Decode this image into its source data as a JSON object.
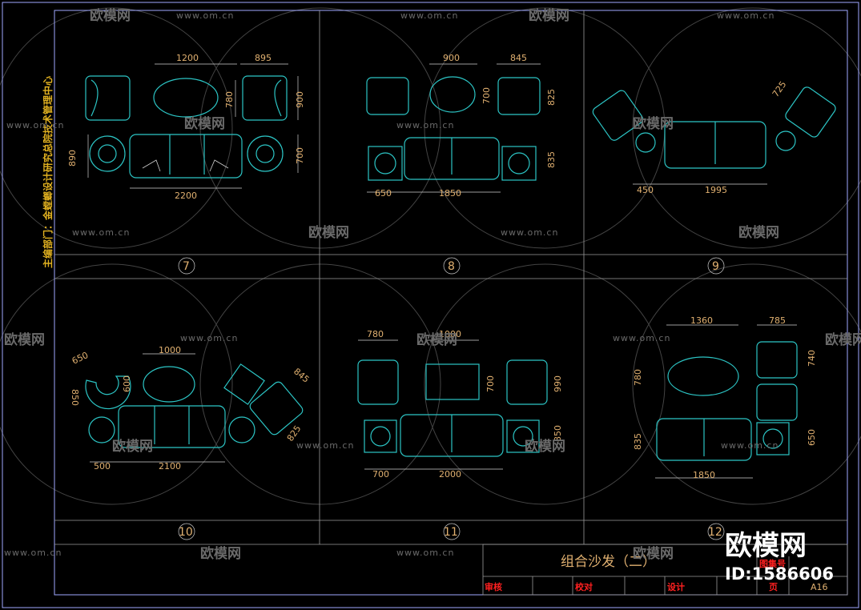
{
  "sheet": {
    "title": "组合沙发（二）",
    "side_text": "主编部门：金螳螂设计研究总院技术管理中心",
    "labels": {
      "reviewer": "审核",
      "checker": "校对",
      "designer": "设计",
      "page": "页",
      "code": "A16",
      "sheet_no": "图集号"
    }
  },
  "watermark": {
    "url": "www.om.cn",
    "brand": "欧模网",
    "stamp_brand": "欧模网",
    "stamp_id": "ID:1586606"
  },
  "panels": [
    {
      "number": "7",
      "dims": [
        "1200",
        "895",
        "780",
        "900",
        "890",
        "700",
        "2200"
      ]
    },
    {
      "number": "8",
      "dims": [
        "900",
        "845",
        "700",
        "825",
        "835",
        "650",
        "1850"
      ]
    },
    {
      "number": "9",
      "dims": [
        "725",
        "450",
        "1995"
      ]
    },
    {
      "number": "10",
      "dims": [
        "650",
        "1000",
        "600",
        "850",
        "845",
        "825",
        "500",
        "2100"
      ]
    },
    {
      "number": "11",
      "dims": [
        "780",
        "1000",
        "700",
        "990",
        "850",
        "700",
        "2000"
      ]
    },
    {
      "number": "12",
      "dims": [
        "1360",
        "785",
        "780",
        "740",
        "835",
        "650",
        "1850"
      ]
    }
  ],
  "colors": {
    "furniture": "#2cc5c5",
    "dimension": "#e0b070",
    "frame": "#9fa8ff",
    "stamp_red": "#ff2020"
  }
}
